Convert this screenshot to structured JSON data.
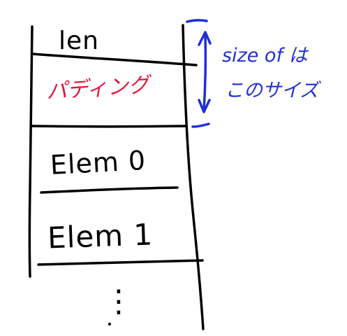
{
  "cells": {
    "len": "len",
    "padding": "パディング",
    "elem0": "Elem 0",
    "elem1": "Elem 1",
    "ellipsis": "⋮"
  },
  "annotation": {
    "line1": "size of は",
    "line2": "このサイズ"
  },
  "colors": {
    "outline": "#000000",
    "padding_text": "#e8143c",
    "annotation": "#1f2fd6"
  }
}
